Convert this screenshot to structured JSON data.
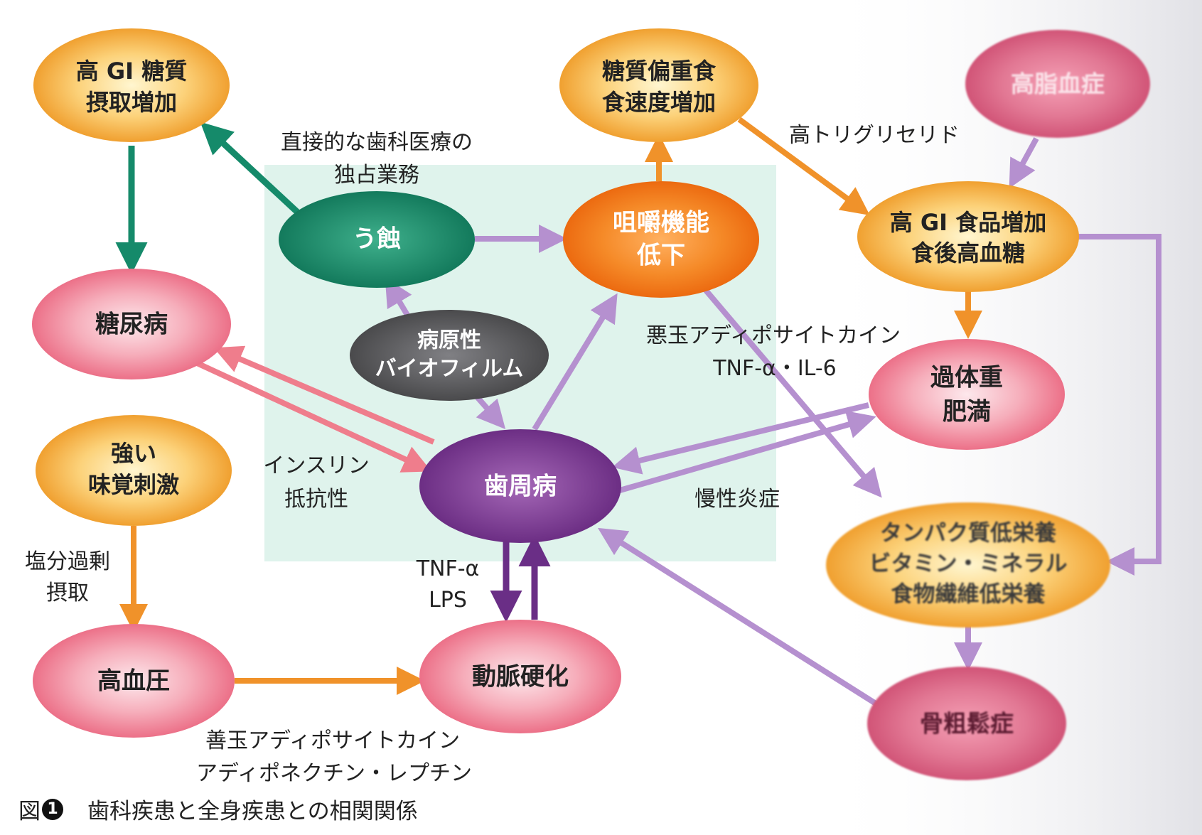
{
  "nodes": {
    "high_gi_sugar": [
      "高 GI 糖質",
      "摂取増加"
    ],
    "sugar_bias": [
      "糖質偏重食",
      "食速度増加"
    ],
    "hyperlipidemia": [
      "高脂血症"
    ],
    "caries": [
      "う蝕"
    ],
    "mastication": [
      "咀嚼機能",
      "低下"
    ],
    "high_gi_food": [
      "高 GI 食品増加",
      "食後高血糖"
    ],
    "diabetes": [
      "糖尿病"
    ],
    "biofilm": [
      "病原性",
      "バイオフィルム"
    ],
    "obesity": [
      "過体重",
      "肥満"
    ],
    "strong_taste": [
      "強い",
      "味覚刺激"
    ],
    "periodontal": [
      "歯周病"
    ],
    "malnutrition": [
      "タンパク質低栄養",
      "ビタミン・ミネラル",
      "食物繊維低栄養"
    ],
    "hypertension": [
      "高血圧"
    ],
    "arteriosclerosis": [
      "動脈硬化"
    ],
    "osteoporosis": [
      "骨粗鬆症"
    ]
  },
  "labels": {
    "dental_monopoly": [
      "直接的な歯科医療の",
      "独占業務"
    ],
    "high_triglyceride": [
      "高トリグリセリド"
    ],
    "bad_adipocytokine": [
      "悪玉アディポサイトカイン",
      "TNF-α・IL-6"
    ],
    "insulin_resistance": [
      "インスリン",
      "抵抗性"
    ],
    "chronic_inflammation": [
      "慢性炎症"
    ],
    "salt_intake": [
      "塩分過剰",
      "摂取"
    ],
    "tnf_lps": [
      "TNF-α",
      "LPS"
    ],
    "good_adipocytokine": [
      "善玉アディポサイトカイン",
      "アディポネクチン・レプチン"
    ]
  },
  "caption": {
    "fig_label": "図",
    "fig_number": "1",
    "title": "歯科疾患と全身疾患との相関関係"
  },
  "colors": {
    "orange_node": "#f4a93a",
    "deep_orange_node": "#f07a1a",
    "pink_node": "#ef7f95",
    "crimson_node": "#d9587a",
    "teal_node": "#1e8f6e",
    "gray_node": "#5e5e60",
    "purple_node": "#7d3e8f",
    "teal_arrow": "#158a6a",
    "purple_arrow": "#b590cf",
    "dark_purple_arrow": "#6a2e86",
    "orange_arrow": "#f0922a",
    "pink_arrow": "#ef7d8c",
    "background_panel": "#dff3ec"
  }
}
